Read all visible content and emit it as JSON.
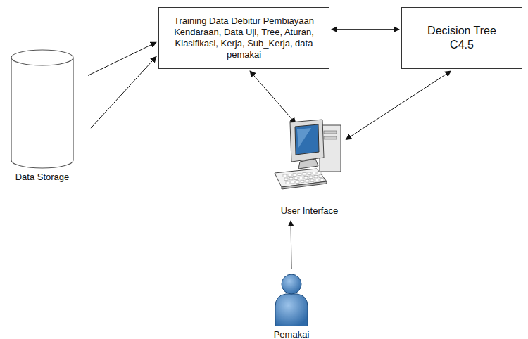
{
  "diagram": {
    "nodes": [
      {
        "text": [
          "Training Data Debitur Pembiayaan Kendaraan, Data Uji, Tree, Aturan, Klasifikasi, Kerja, Sub_Kerja, data pemakai"
        ]
      },
      {
        "text": [
          "Decision Tree C4.5"
        ]
      },
      {
        "text": [
          "Data Storage"
        ]
      },
      {
        "text": [
          "User Interface"
        ]
      },
      {
        "text": [
          "Pemakai"
        ]
      }
    ],
    "edges": [
      {
        "from": 2,
        "to": 0,
        "arrow": "to"
      },
      {
        "from": 2,
        "to": 0,
        "arrow": "to"
      },
      {
        "from": 0,
        "to": 1,
        "arrow": "both"
      },
      {
        "from": 0,
        "to": 3,
        "arrow": "both"
      },
      {
        "from": 1,
        "to": 3,
        "arrow": "both"
      },
      {
        "from": 4,
        "to": 3,
        "arrow": "to"
      }
    ]
  }
}
